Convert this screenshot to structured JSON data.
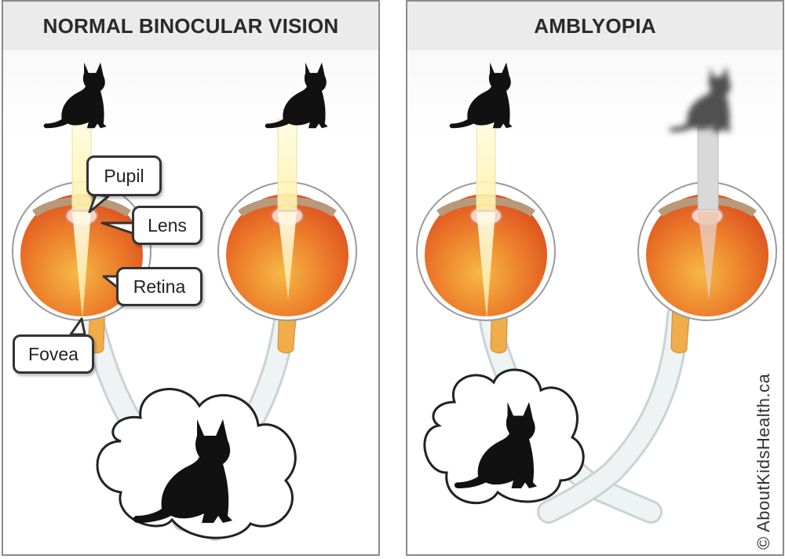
{
  "panels": {
    "left": {
      "title": "NORMAL BINOCULAR VISION"
    },
    "right": {
      "title": "AMBLYOPIA"
    }
  },
  "labels": {
    "pupil": "Pupil",
    "lens": "Lens",
    "retina": "Retina",
    "fovea": "Fovea"
  },
  "credit": "© AboutKidsHealth.ca",
  "colors": {
    "eyeball": "#e25a22",
    "eyeball_light": "#f3a33c",
    "optic_nerve": "#f0ad4a",
    "nerve_pathway": "#e6eef0",
    "light_beam": "#fff6b8",
    "cat": "#111111",
    "callout_border": "#333333"
  },
  "icons": [
    "cat-silhouette-icon",
    "eye-cross-section-icon",
    "thought-cloud-icon"
  ]
}
